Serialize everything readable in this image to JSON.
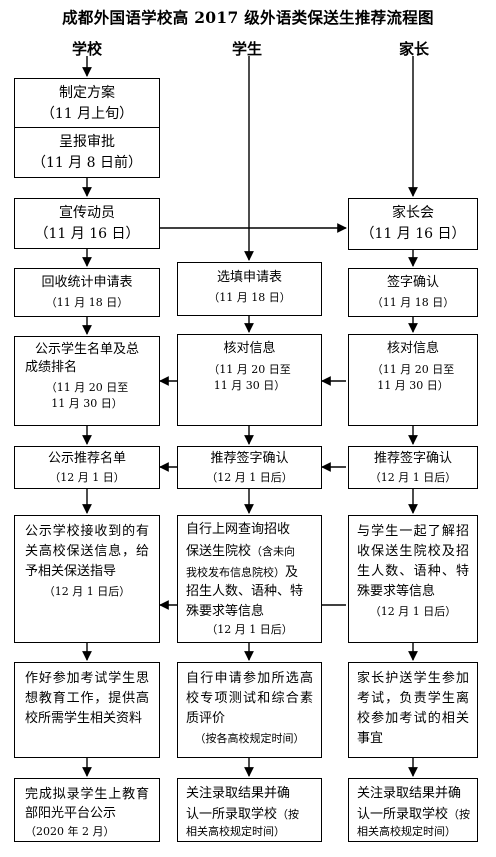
{
  "title": "成都外国语学校高 2017 级外语类保送生推荐流程图",
  "columns": {
    "school": "学校",
    "student": "学生",
    "parent": "家长"
  },
  "school": {
    "plan": {
      "label": "制定方案",
      "date": "（11 月上旬）"
    },
    "approve": {
      "label": "呈报审批",
      "date": "（11 月 8 日前）"
    },
    "publicize": {
      "label": "宣传动员",
      "date": "（11 月 16 日）"
    },
    "collect": {
      "label": "回收统计申请表",
      "date": "（11 月 18 日）"
    },
    "publish_ranking": {
      "label1": "公示学生名单及总",
      "label2": "成绩排名",
      "date1": "（11 月 20 日至",
      "date2": "11 月 30 日）"
    },
    "publish_recommend": {
      "label": "公示推荐名单",
      "date": "（12 月 1 日）"
    },
    "info": {
      "label": "公示学校接收到的有关高校保送信息，给予相关保送指导",
      "date": "（12 月 1 日后）"
    },
    "exam_prep": {
      "label": "作好参加考试学生思想教育工作，提供高校所需学生相关资料"
    },
    "finish": {
      "label": "完成拟录学生上教育部阳光平台公示",
      "date": "（2020 年 2 月）"
    }
  },
  "student": {
    "apply": {
      "label": "选填申请表",
      "date": "（11 月 18 日）"
    },
    "verify": {
      "label": "核对信息",
      "date1": "（11 月 20 日至",
      "date2": "11 月 30 日）"
    },
    "sign": {
      "label": "推荐签字确认",
      "date": "（12 月 1 日后）"
    },
    "query": {
      "line1": "自行上网查询招收",
      "line2a": "保送生院校",
      "line2b": "（含未向",
      "line3a": "我校发布信息院校）",
      "line3b": "及",
      "line4": "招生人数、语种、特",
      "line5": "殊要求等信息",
      "date": "（12 月 1 日后）"
    },
    "exam": {
      "label": "自行申请参加所选高校专项测试和综合素质评价",
      "note": "（按各高校规定时间）"
    },
    "result": {
      "line1": "关注录取结果并确",
      "line2": "认一所录取学校",
      "line2b": "（按",
      "line3": "相关高校规定时间）"
    }
  },
  "parent": {
    "meeting": {
      "label": "家长会",
      "date": "（11 月 16 日）"
    },
    "sign": {
      "label": "签字确认",
      "date": "（11 月 18 日）"
    },
    "verify": {
      "label": "核对信息",
      "date1": "（11 月 20 日至",
      "date2": "11 月 30 日）"
    },
    "rec_sign": {
      "label": "推荐签字确认",
      "date": "（12 月 1 日后）"
    },
    "learn": {
      "label": "与学生一起了解招收保送生院校及招生人数、语种、特殊要求等信息",
      "date": "（12 月 1 日后）"
    },
    "escort": {
      "label": "家长护送学生参加考试，负责学生离校参加考试的相关事宜"
    },
    "result": {
      "line1": "关注录取结果并确",
      "line2": "认一所录取学校",
      "line2b": "（按",
      "line3": "相关高校规定时间）"
    }
  }
}
